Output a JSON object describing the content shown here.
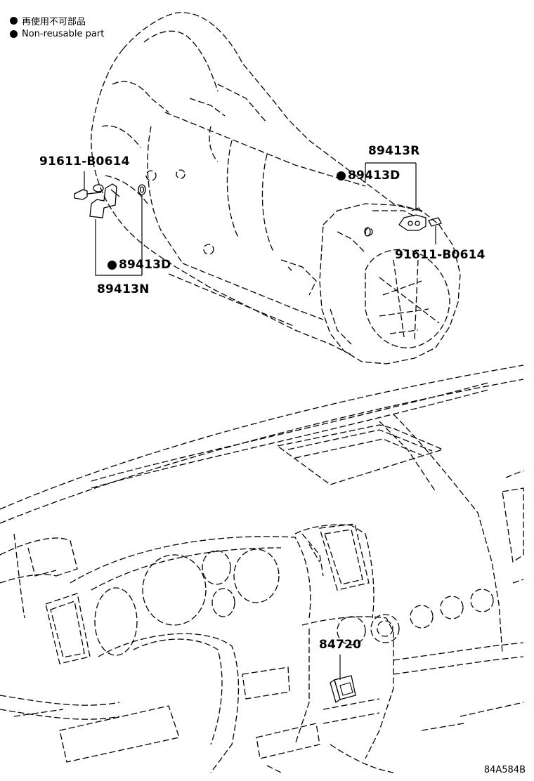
{
  "legend": {
    "ja": "再使用不可部品",
    "en": "Non-reusable part"
  },
  "labels": {
    "bolt_left": "91611-B0614",
    "sensor_right_group": "89413R",
    "oring_right": "89413D",
    "bolt_right": "91611-B0614",
    "oring_left": "89413D",
    "sensor_left_group": "89413N",
    "switch_dash": "84720"
  },
  "diagram_code": "84A584B"
}
